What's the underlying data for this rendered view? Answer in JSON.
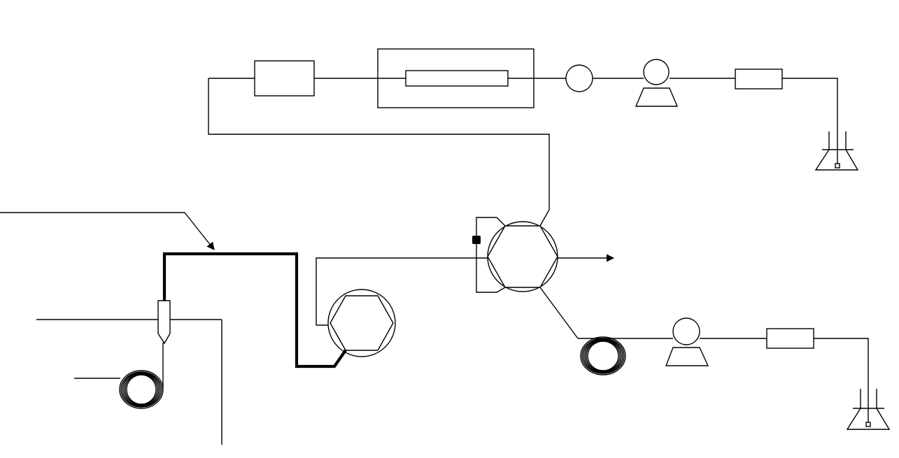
{
  "diagram": {
    "kind": "schematic",
    "labels": [],
    "components": [
      {
        "name": "reservoir-top",
        "type": "beaker"
      },
      {
        "name": "filter-top",
        "type": "inline-filter"
      },
      {
        "name": "pump-top",
        "type": "pump"
      },
      {
        "name": "detector-cell-top",
        "type": "circle"
      },
      {
        "name": "column-oven",
        "type": "oven-with-column"
      },
      {
        "name": "guard-box-top",
        "type": "box"
      },
      {
        "name": "injection-valve-main",
        "type": "six-port-valve"
      },
      {
        "name": "switching-valve-small",
        "type": "six-port-valve"
      },
      {
        "name": "loop-coil-right",
        "type": "coil"
      },
      {
        "name": "pump-bottom",
        "type": "pump"
      },
      {
        "name": "filter-bottom",
        "type": "inline-filter"
      },
      {
        "name": "reservoir-bottom",
        "type": "beaker"
      },
      {
        "name": "needle-probe",
        "type": "needle"
      },
      {
        "name": "loop-coil-left",
        "type": "coil"
      }
    ],
    "stroke_color": "#000000",
    "background_color": "#ffffff"
  }
}
